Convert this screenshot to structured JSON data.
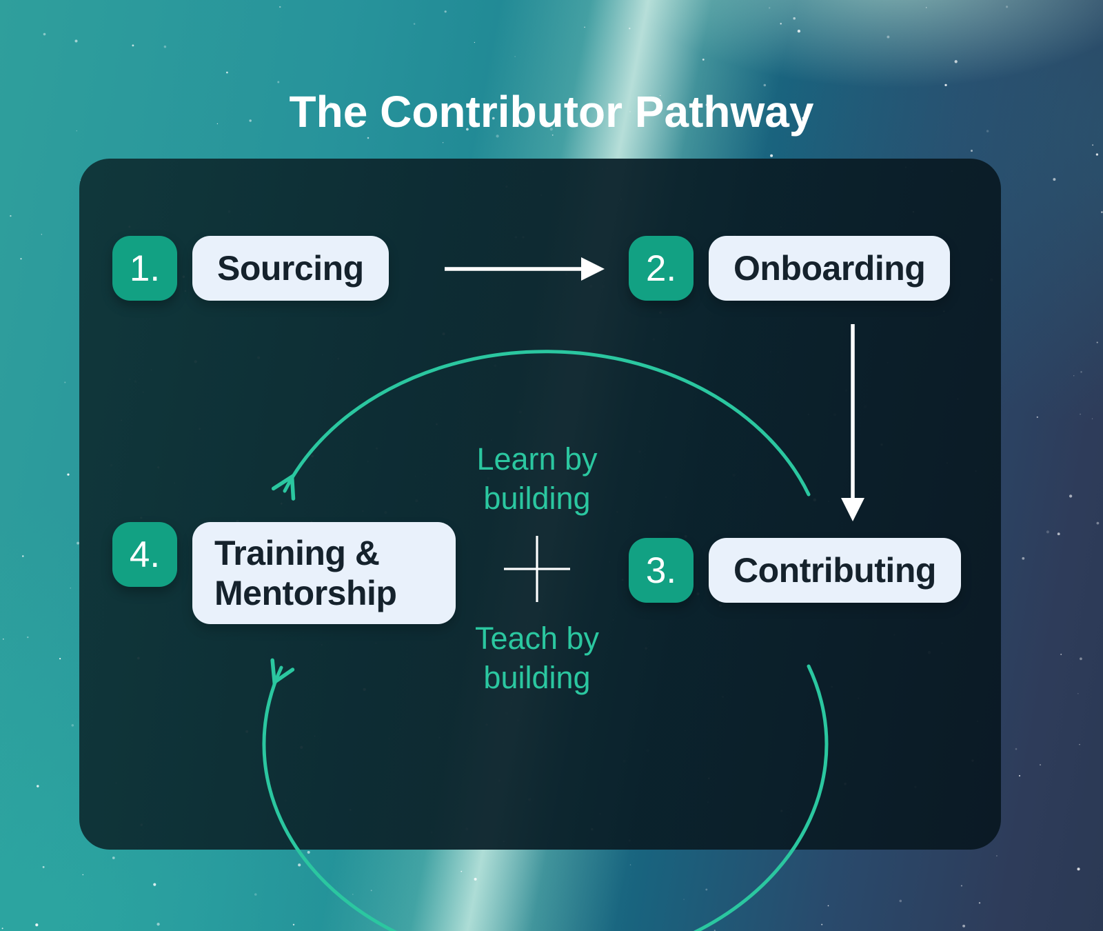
{
  "title": "The Contributor Pathway",
  "steps": [
    {
      "number": "1.",
      "label": "Sourcing"
    },
    {
      "number": "2.",
      "label": "Onboarding"
    },
    {
      "number": "3.",
      "label": "Contributing"
    },
    {
      "number": "4.",
      "label": "Training & Mentorship"
    }
  ],
  "cycle": {
    "top_label": "Learn by building",
    "bottom_label": "Teach by building",
    "plus_sign": "+"
  },
  "icons": [
    "arrow-right-icon",
    "arrow-down-icon",
    "cycle-arc-top-icon",
    "cycle-arc-bottom-icon",
    "plus-icon"
  ],
  "colors": {
    "badge_green": "#12A183",
    "arc_teal": "#2BC7A0",
    "label_bg": "#E9F1FB",
    "label_text": "#15222C",
    "title_white": "#FFFFFF",
    "panel_dark": "#0B2630"
  }
}
